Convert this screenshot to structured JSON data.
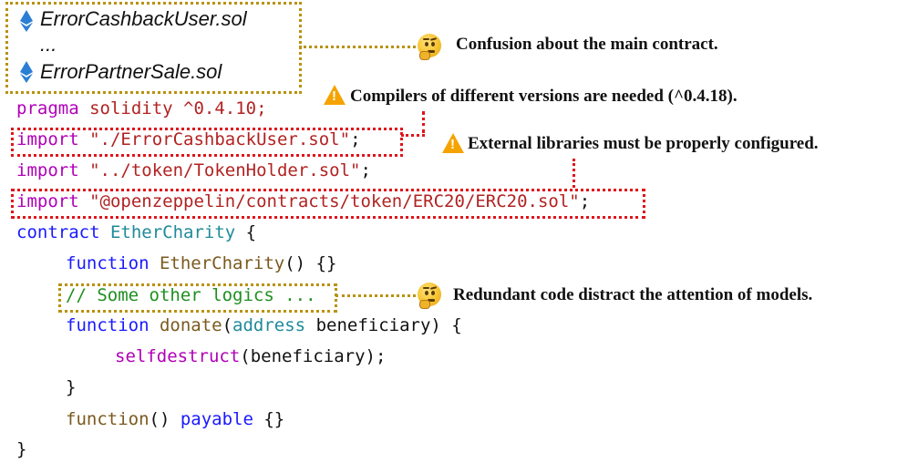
{
  "files": {
    "file1": "ErrorCashbackUser.sol",
    "ellipsis": "...",
    "file2": "ErrorPartnerSale.sol"
  },
  "annotations": {
    "main_contract": "Confusion about the main contract.",
    "compilers": "Compilers of different versions are needed (^0.4.18).",
    "libraries": "External libraries must be properly configured.",
    "redundant": "Redundant code distract the attention of models."
  },
  "code": {
    "l1_kw": "pragma",
    "l1_rest": " solidity ^0.4.10;",
    "l2_kw": "import",
    "l2_str": " \"./ErrorCashbackUser.sol\"",
    "l2_end": ";",
    "l3_kw": "import",
    "l3_str": " \"../token/TokenHolder.sol\"",
    "l3_end": ";",
    "l4_kw": "import",
    "l4_str": " \"@openzeppelin/contracts/token/ERC20/ERC20.sol\"",
    "l4_end": ";",
    "l5_kw": "contract",
    "l5_name": " EtherCharity",
    "l5_end": " {",
    "l6_kw": "function",
    "l6_name": " EtherCharity",
    "l6_end": "() {}",
    "l7_comment": "// Some other logics ...",
    "l8_kw": "function",
    "l8_name": " donate",
    "l8_open": "(",
    "l8_type": "address",
    "l8_param": " beneficiary",
    "l8_end": ") {",
    "l9_name": "selfdestruct",
    "l9_end": "(beneficiary);",
    "l10": "}",
    "l11_kw": "function",
    "l11_mid": "() ",
    "l11_mod": "payable",
    "l11_end": " {}",
    "l12": "}"
  },
  "colors": {
    "keyword_purple": "#b000b8",
    "keyword_brown": "#7a5a1e",
    "keyword_blue": "#1a1aff",
    "type_teal": "#1f8a9a",
    "string_red": "#b22222",
    "comment_green": "#1f8f1f",
    "box_gold": "#b8920f",
    "box_red": "#e0141b",
    "warning_orange": "#f5a300",
    "ethereum_blue": "#2a7fd4"
  },
  "icons": [
    "ethereum-icon",
    "thinking-face-icon",
    "warning-icon"
  ]
}
